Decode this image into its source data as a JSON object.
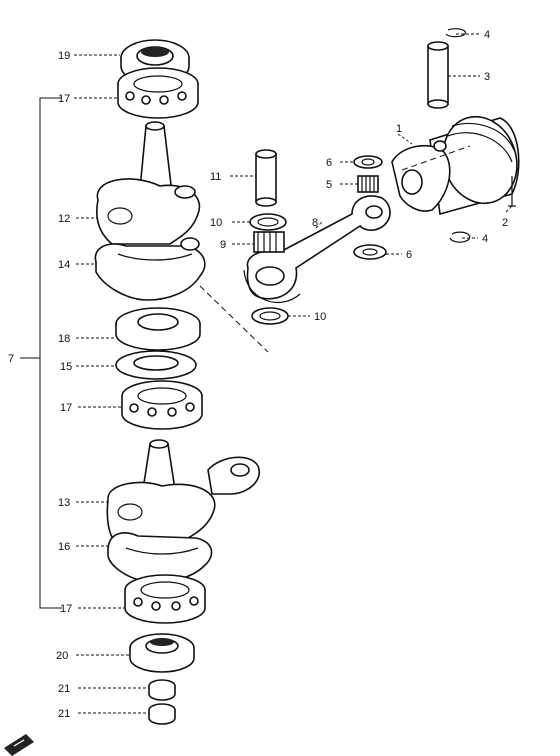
{
  "callouts": {
    "c1": "1",
    "c2": "2",
    "c3": "3",
    "c4a": "4",
    "c4b": "4",
    "c5": "5",
    "c6a": "6",
    "c6b": "6",
    "c7": "7",
    "c8": "8",
    "c9": "9",
    "c10a": "10",
    "c10b": "10",
    "c11": "11",
    "c12": "12",
    "c13": "13",
    "c14": "14",
    "c15": "15",
    "c16": "16",
    "c17a": "17",
    "c17b": "17",
    "c17c": "17",
    "c18": "18",
    "c19": "19",
    "c20": "20",
    "c21a": "21",
    "c21b": "21"
  },
  "colors": {
    "ink": "#111111",
    "paper": "#ffffff"
  },
  "icons": {
    "corner_mark": "arrow-stamp-icon"
  }
}
